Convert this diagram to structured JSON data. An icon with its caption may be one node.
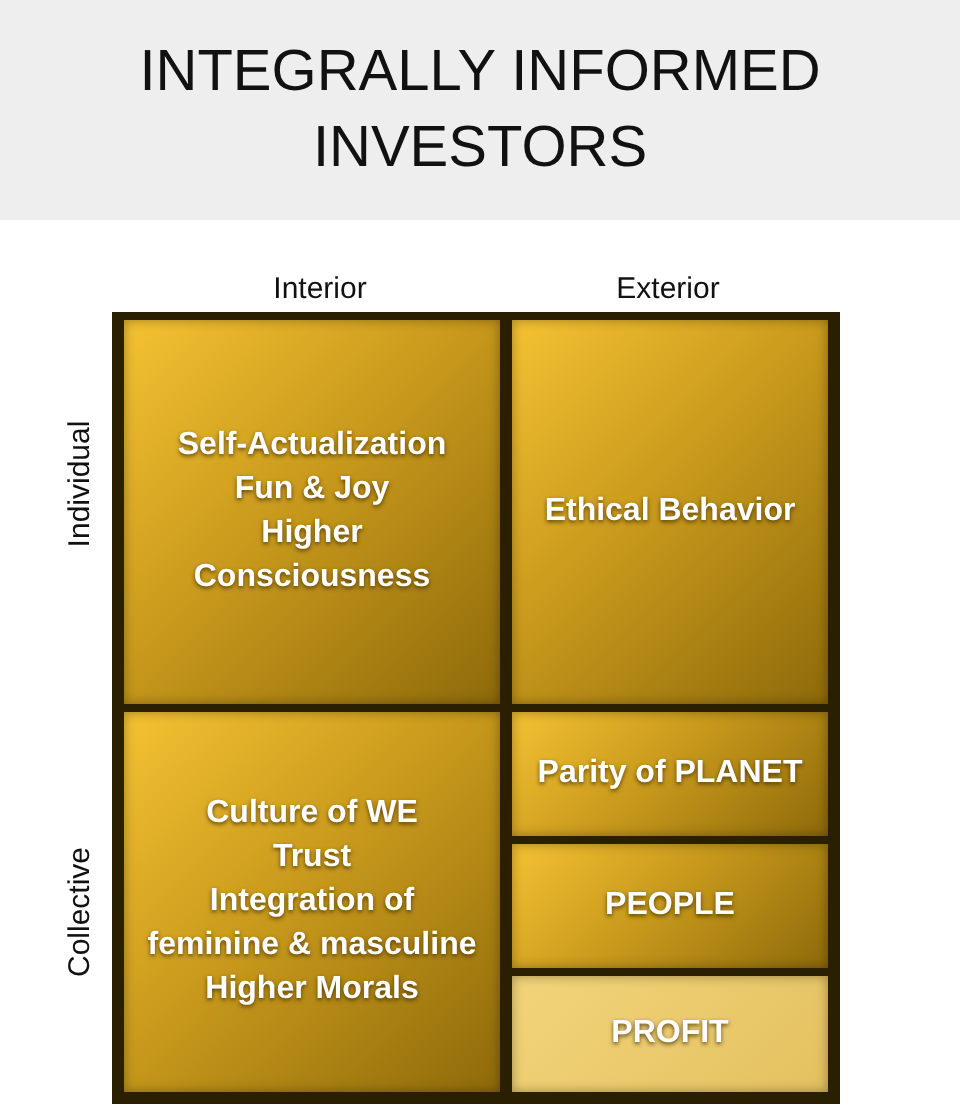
{
  "diagram": {
    "title": "INTEGRALLY INFORMED INVESTORS",
    "nodes": [
      {
        "text": [
          "Self-Actualization",
          "Fun & Joy",
          "Higher Consciousness"
        ]
      },
      {
        "text": [
          "Ethical Behavior"
        ]
      },
      {
        "text": [
          "Culture of WE",
          "Trust",
          "Integration of feminine & masculine",
          "Higher Morals"
        ]
      },
      {
        "text": [
          "Parity of PLANET"
        ]
      },
      {
        "text": [
          "PEOPLE"
        ]
      },
      {
        "text": [
          "PROFIT"
        ]
      }
    ],
    "labels": [
      "Interior",
      "Exterior",
      "Individual",
      "Collective"
    ]
  }
}
